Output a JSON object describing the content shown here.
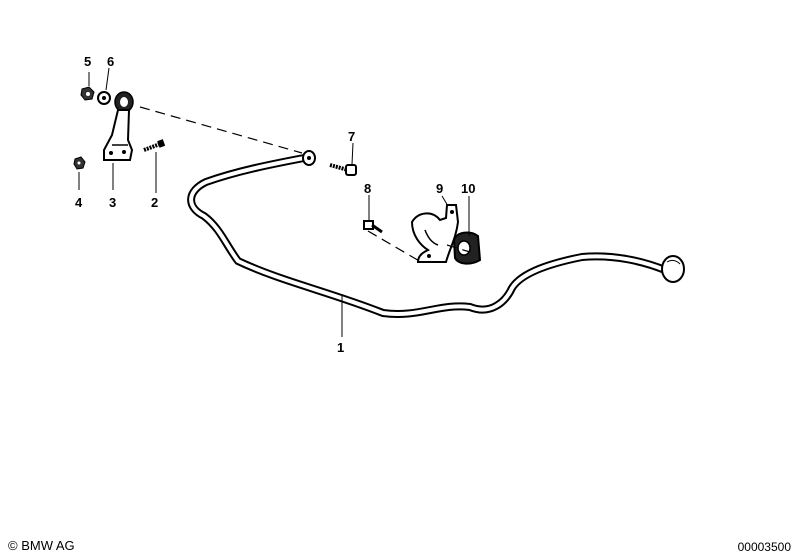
{
  "callouts": {
    "p1": "1",
    "p2": "2",
    "p3": "3",
    "p4": "4",
    "p5": "5",
    "p6": "6",
    "p7": "7",
    "p8": "8",
    "p9": "9",
    "p10": "10"
  },
  "footer": {
    "copyright": "© BMW AG",
    "diagram_number": "00003500"
  }
}
